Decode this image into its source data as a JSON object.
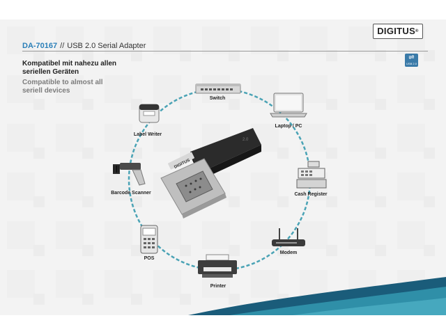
{
  "header": {
    "model": "DA-70167",
    "separator": "//",
    "product_name": "USB 2.0 Serial Adapter"
  },
  "brand": {
    "logo_text": "DIGITUS"
  },
  "badge": {
    "usb_version": "USB 2.0"
  },
  "description": {
    "german": "Kompatibel mit nahezu allen seriellen Geräten",
    "english": "Compatible to almost all seriell devices"
  },
  "adapter_label": "DIGITUS",
  "devices": [
    {
      "label": "Switch"
    },
    {
      "label": "Laptop / PC"
    },
    {
      "label": "Cash Register"
    },
    {
      "label": "Modem"
    },
    {
      "label": "Printer"
    },
    {
      "label": "POS"
    },
    {
      "label": "Barcode Scanner"
    },
    {
      "label": "Label Writer"
    }
  ],
  "colors": {
    "accent_blue": "#2a7fb8",
    "circle_teal": "#4aa3b5",
    "wave_dark": "#1a5c7a",
    "wave_light": "#2f8fa8"
  }
}
